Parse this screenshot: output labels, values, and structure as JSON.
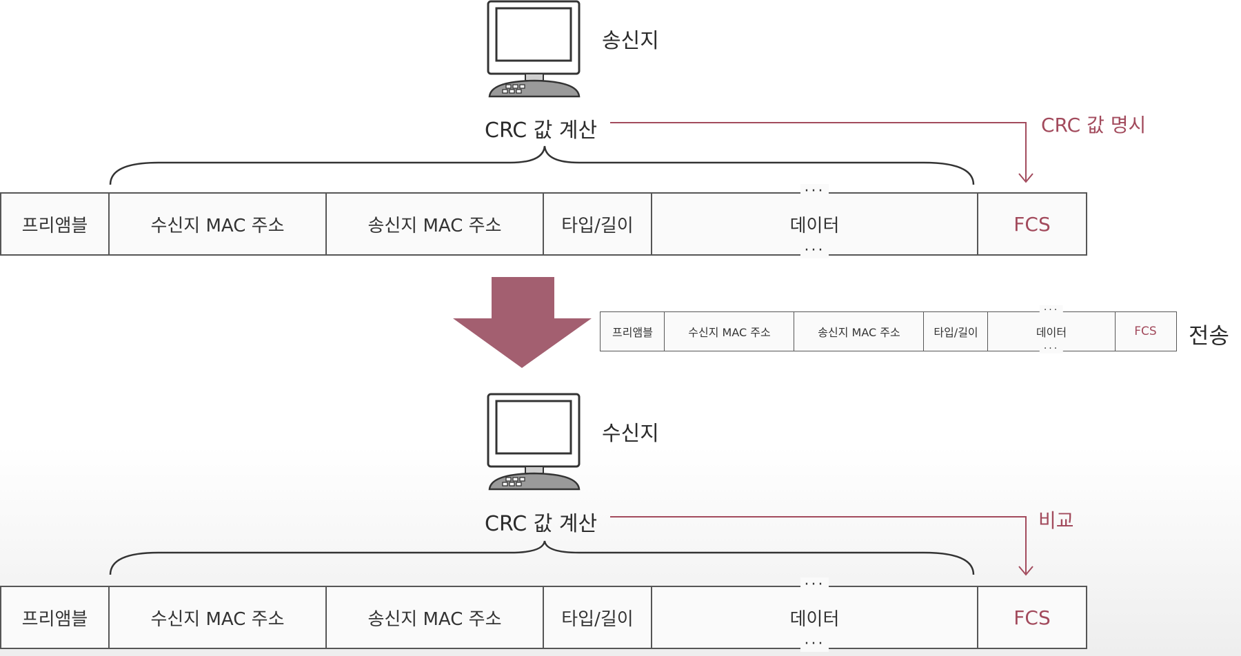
{
  "sender": {
    "label": "송신지",
    "crc_label": "CRC 값 계산",
    "annotation": "CRC 값 명시",
    "frame": {
      "preamble": "프리앰블",
      "dest_mac": "수신지 MAC 주소",
      "src_mac": "송신지 MAC 주소",
      "type_length": "타입/길이",
      "data_dots_top": "···",
      "data": "데이터",
      "data_dots_bottom": "···",
      "fcs": "FCS"
    }
  },
  "transmission": {
    "label": "전송",
    "frame": {
      "preamble": "프리앰블",
      "dest_mac": "수신지 MAC 주소",
      "src_mac": "송신지 MAC 주소",
      "type_length": "타입/길이",
      "data_dots_top": "···",
      "data": "데이터",
      "data_dots_bottom": "···",
      "fcs": "FCS"
    }
  },
  "receiver": {
    "label": "수신지",
    "crc_label": "CRC 값 계산",
    "annotation": "비교",
    "frame": {
      "preamble": "프리앰블",
      "dest_mac": "수신지 MAC 주소",
      "src_mac": "송신지 MAC 주소",
      "type_length": "타입/길이",
      "data_dots_top": "···",
      "data": "데이터",
      "data_dots_bottom": "···",
      "fcs": "FCS"
    }
  },
  "colors": {
    "accent": "#a24a5c",
    "arrow": "#a35f70",
    "line": "#555555"
  },
  "icons": {
    "sender_computer": "computer-icon",
    "receiver_computer": "computer-icon",
    "transfer_arrow": "down-arrow-icon"
  }
}
